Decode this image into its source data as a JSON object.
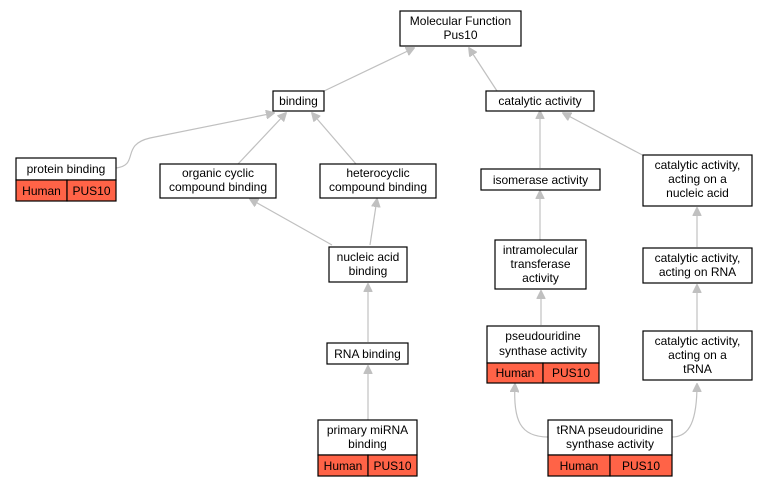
{
  "diagram": {
    "colors": {
      "annotation_fill": "#ff6347",
      "edge": "#c0c0c0",
      "node_border": "#000000"
    },
    "nodes": {
      "root": {
        "lines": [
          "Molecular Function",
          "Pus10"
        ]
      },
      "binding": {
        "lines": [
          "binding"
        ]
      },
      "catalytic": {
        "lines": [
          "catalytic activity"
        ]
      },
      "protein_binding": {
        "lines": [
          "protein binding"
        ],
        "annotation": {
          "organism": "Human",
          "gene": "PUS10"
        }
      },
      "organic_cyclic": {
        "lines": [
          "organic cyclic",
          "compound binding"
        ]
      },
      "heterocyclic": {
        "lines": [
          "heterocyclic",
          "compound binding"
        ]
      },
      "isomerase": {
        "lines": [
          "isomerase activity"
        ]
      },
      "cat_nucleic": {
        "lines": [
          "catalytic activity,",
          "acting on a",
          "nucleic acid"
        ]
      },
      "nucleic_acid": {
        "lines": [
          "nucleic acid",
          "binding"
        ]
      },
      "intramolecular": {
        "lines": [
          "intramolecular",
          "transferase",
          "activity"
        ]
      },
      "cat_rna": {
        "lines": [
          "catalytic activity,",
          "acting on RNA"
        ]
      },
      "rna_binding": {
        "lines": [
          "RNA binding"
        ]
      },
      "pseudouridine": {
        "lines": [
          "pseudouridine",
          "synthase activity"
        ],
        "annotation": {
          "organism": "Human",
          "gene": "PUS10"
        }
      },
      "cat_trna": {
        "lines": [
          "catalytic activity,",
          "acting on a",
          "tRNA"
        ]
      },
      "primary_mirna": {
        "lines": [
          "primary miRNA",
          "binding"
        ],
        "annotation": {
          "organism": "Human",
          "gene": "PUS10"
        }
      },
      "trna_pseudo": {
        "lines": [
          "tRNA pseudouridine",
          "synthase activity"
        ],
        "annotation": {
          "organism": "Human",
          "gene": "PUS10"
        }
      }
    }
  }
}
